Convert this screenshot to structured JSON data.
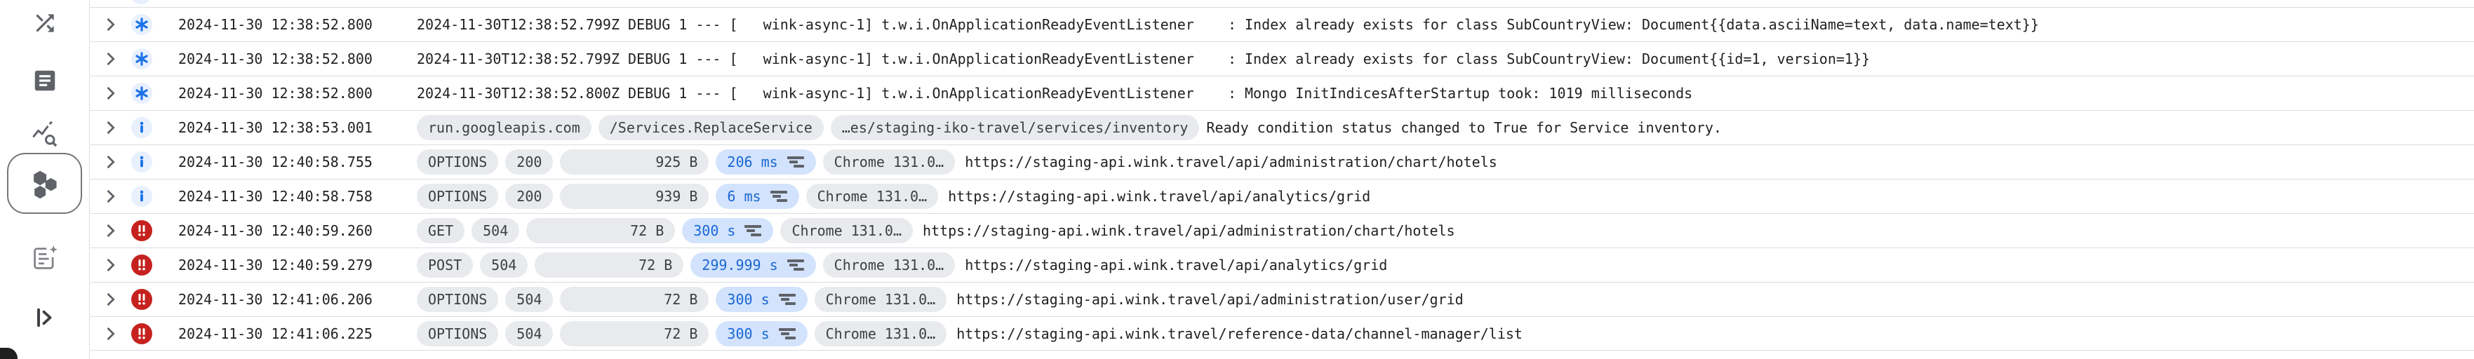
{
  "sidebar": {
    "icons": [
      {
        "name": "shuffle-icon",
        "selected": false
      },
      {
        "name": "article-icon",
        "selected": false
      },
      {
        "name": "query-stats-icon",
        "selected": false
      },
      {
        "name": "hexagons-icon",
        "selected": true
      },
      {
        "name": "note-ai-icon",
        "selected": false
      },
      {
        "name": "panel-open-icon",
        "selected": false
      }
    ]
  },
  "colors": {
    "accent_blue": "#1a73e8",
    "severity_circle_bg": "#e8f0fe",
    "error_red": "#c5221f",
    "chip_bg": "#e8eaed",
    "chip_text": "#3c4043",
    "latency_chip_bg": "#d3e3fd",
    "latency_chip_text": "#1967d2",
    "row_divider": "#dadce0",
    "text": "#202124"
  },
  "log": {
    "rows": [
      {
        "severity": "debug",
        "timestamp": "2024-11-30 12:38:52.800",
        "message": "2024-11-30T12:38:52.799Z DEBUG 1 --- [   wink-async-1] t.w.i.OnApplicationReadyEventListener    : Index already exists for class SubCountryView: Document{{data.asciiName=text, data.name=text}}"
      },
      {
        "severity": "debug",
        "timestamp": "2024-11-30 12:38:52.800",
        "message": "2024-11-30T12:38:52.799Z DEBUG 1 --- [   wink-async-1] t.w.i.OnApplicationReadyEventListener    : Index already exists for class SubCountryView: Document{{id=1, version=1}}"
      },
      {
        "severity": "debug",
        "timestamp": "2024-11-30 12:38:52.800",
        "message": "2024-11-30T12:38:52.800Z DEBUG 1 --- [   wink-async-1] t.w.i.OnApplicationReadyEventListener    : Mongo InitIndicesAfterStartup took: 1019 milliseconds"
      },
      {
        "severity": "info",
        "timestamp": "2024-11-30 12:38:53.001",
        "chips": [
          "run.googleapis.com",
          "/Services.ReplaceService",
          "…es/staging-iko-travel/services/inventory"
        ],
        "message": "Ready condition status changed to True for Service inventory."
      },
      {
        "severity": "info",
        "timestamp": "2024-11-30 12:40:58.755",
        "http": {
          "method": "OPTIONS",
          "status": "200",
          "size": "925 B",
          "latency": "206 ms",
          "client": "Chrome 131.0…"
        },
        "url": "https://staging-api.wink.travel/api/administration/chart/hotels"
      },
      {
        "severity": "info",
        "timestamp": "2024-11-30 12:40:58.758",
        "http": {
          "method": "OPTIONS",
          "status": "200",
          "size": "939 B",
          "latency": "6 ms",
          "client": "Chrome 131.0…"
        },
        "url": "https://staging-api.wink.travel/api/analytics/grid"
      },
      {
        "severity": "error",
        "timestamp": "2024-11-30 12:40:59.260",
        "http": {
          "method": "GET",
          "status": "504",
          "size": "72 B",
          "latency": "300 s",
          "client": "Chrome 131.0…"
        },
        "url": "https://staging-api.wink.travel/api/administration/chart/hotels"
      },
      {
        "severity": "error",
        "timestamp": "2024-11-30 12:40:59.279",
        "http": {
          "method": "POST",
          "status": "504",
          "size": "72 B",
          "latency": "299.999 s",
          "client": "Chrome 131.0…"
        },
        "url": "https://staging-api.wink.travel/api/analytics/grid"
      },
      {
        "severity": "error",
        "timestamp": "2024-11-30 12:41:06.206",
        "http": {
          "method": "OPTIONS",
          "status": "504",
          "size": "72 B",
          "latency": "300 s",
          "client": "Chrome 131.0…"
        },
        "url": "https://staging-api.wink.travel/api/administration/user/grid"
      },
      {
        "severity": "error",
        "timestamp": "2024-11-30 12:41:06.225",
        "http": {
          "method": "OPTIONS",
          "status": "504",
          "size": "72 B",
          "latency": "300 s",
          "client": "Chrome 131.0…"
        },
        "url": "https://staging-api.wink.travel/reference-data/channel-manager/list"
      }
    ]
  }
}
